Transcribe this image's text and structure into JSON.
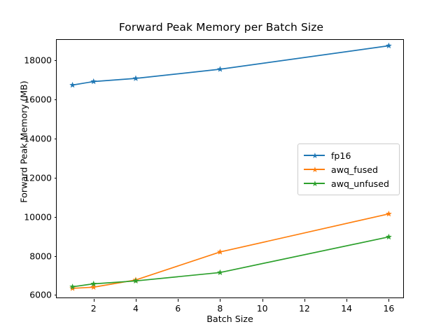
{
  "chart_data": {
    "type": "line",
    "title": "Forward Peak Memory per Batch Size",
    "xlabel": "Batch Size",
    "ylabel": "Forward Peak Memory (MB)",
    "x": [
      1,
      2,
      4,
      8,
      16
    ],
    "xlim": [
      0.25,
      16.75
    ],
    "ylim": [
      5800,
      19050
    ],
    "xticks": [
      2,
      4,
      6,
      8,
      10,
      12,
      14,
      16
    ],
    "xtick_labels": [
      "2",
      "4",
      "6",
      "8",
      "10",
      "12",
      "14",
      "16"
    ],
    "yticks": [
      6000,
      8000,
      10000,
      12000,
      14000,
      16000,
      18000
    ],
    "ytick_labels": [
      "6000",
      "8000",
      "10000",
      "12000",
      "14000",
      "16000",
      "18000"
    ],
    "grid": false,
    "marker": "star",
    "legend_position": "center right",
    "series": [
      {
        "name": "fp16",
        "color": "#1f77b4",
        "values": [
          16740,
          16920,
          17080,
          17550,
          18750
        ]
      },
      {
        "name": "awq_fused",
        "color": "#ff7f0e",
        "values": [
          6340,
          6400,
          6770,
          8200,
          10150
        ]
      },
      {
        "name": "awq_unfused",
        "color": "#2ca02c",
        "values": [
          6420,
          6570,
          6720,
          7150,
          8970
        ]
      }
    ]
  },
  "legend": {
    "entries": [
      "fp16",
      "awq_fused",
      "awq_unfused"
    ]
  },
  "icons": {
    "marker": "★"
  }
}
